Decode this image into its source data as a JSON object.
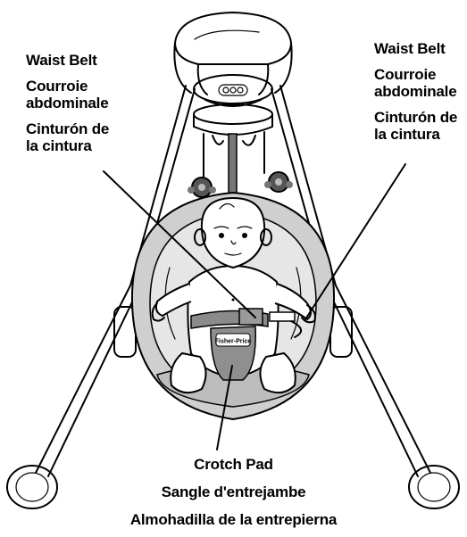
{
  "left_callout": {
    "line1": "Waist Belt",
    "line2a": "Courroie",
    "line2b": "abdominale",
    "line3a": "Cinturón de",
    "line3b": "la cintura"
  },
  "right_callout": {
    "line1": "Waist Belt",
    "line2a": "Courroie",
    "line2b": "abdominale",
    "line3a": "Cinturón de",
    "line3b": "la cintura"
  },
  "bottom_callout": {
    "line1": "Crotch Pad",
    "line2": "Sangle d'entrejambe",
    "line3": "Almohadilla de la entrepierna"
  },
  "pad_logo": "Fisher-Price"
}
